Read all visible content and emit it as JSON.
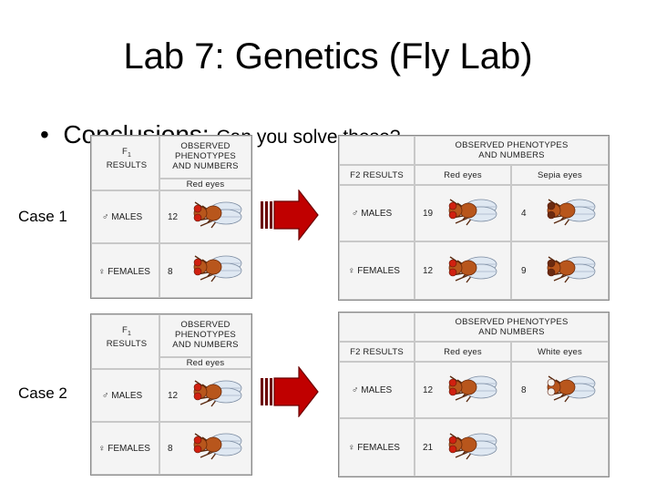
{
  "slide": {
    "title": "Lab 7: Genetics (Fly Lab)",
    "bullet_main": "Conclusions: ",
    "bullet_rest": "Can you solve these?"
  },
  "cases": [
    {
      "label": "Case 1",
      "f1": {
        "results_label_1": "F",
        "results_label_sub": "1",
        "results_label_2": "RESULTS",
        "observed_1": "OBSERVED",
        "observed_2": "PHENOTYPES",
        "observed_3": "AND NUMBERS",
        "phenotype": "Red eyes",
        "rows": [
          {
            "sex": "♂ MALES",
            "count": "12"
          },
          {
            "sex": "♀ FEMALES",
            "count": "8"
          }
        ]
      },
      "f2": {
        "observed_1": "OBSERVED PHENOTYPES",
        "observed_2": "AND NUMBERS",
        "results_label": "F2 RESULTS",
        "phenotypes": [
          "Red eyes",
          "Sepia eyes"
        ],
        "rows": [
          {
            "sex": "♂ MALES",
            "counts": [
              "19",
              "4"
            ]
          },
          {
            "sex": "♀ FEMALES",
            "counts": [
              "12",
              "9"
            ]
          }
        ]
      }
    },
    {
      "label": "Case 2",
      "f1": {
        "results_label_1": "F",
        "results_label_sub": "1",
        "results_label_2": "RESULTS",
        "observed_1": "OBSERVED",
        "observed_2": "PHENOTYPES",
        "observed_3": "AND NUMBERS",
        "phenotype": "Red eyes",
        "rows": [
          {
            "sex": "♂ MALES",
            "count": "12"
          },
          {
            "sex": "♀ FEMALES",
            "count": "8"
          }
        ]
      },
      "f2": {
        "observed_1": "OBSERVED PHENOTYPES",
        "observed_2": "AND NUMBERS",
        "results_label": "F2 RESULTS",
        "phenotypes": [
          "Red eyes",
          "White eyes"
        ],
        "rows": [
          {
            "sex": "♂ MALES",
            "counts": [
              "12",
              "8"
            ]
          },
          {
            "sex": "♀ FEMALES",
            "counts": [
              "21",
              ""
            ]
          }
        ]
      }
    }
  ],
  "colors": {
    "arrow_fill": "#c00000",
    "arrow_dark": "#6b0000",
    "fly_eye_red": "#d02010",
    "fly_eye_sepia": "#6a2a10",
    "fly_body": "#b8561c",
    "fly_wing": "#dfe8f2"
  }
}
